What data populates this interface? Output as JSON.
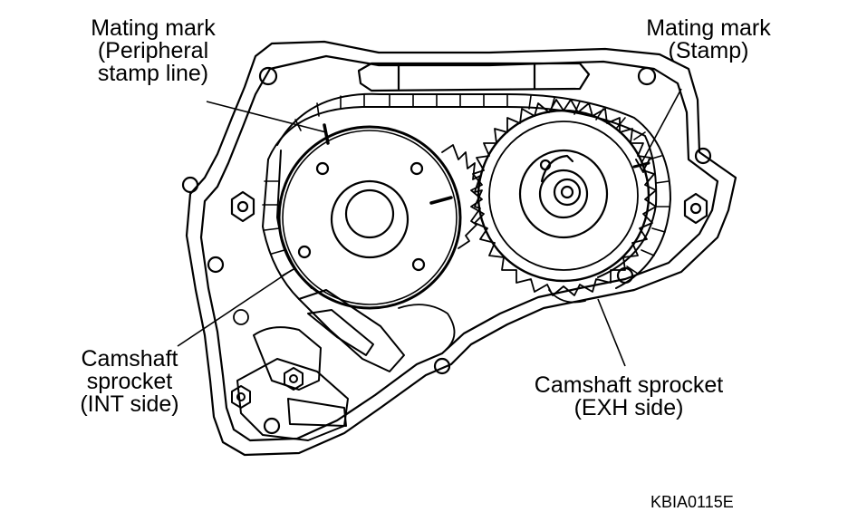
{
  "labels": {
    "top_left": [
      "Mating mark",
      "(Peripheral",
      "stamp line)"
    ],
    "top_right": [
      "Mating mark",
      "(Stamp)"
    ],
    "bottom_left": [
      "Camshaft",
      "sprocket",
      "(INT side)"
    ],
    "bottom_right": [
      "Camshaft sprocket",
      "(EXH side)"
    ]
  },
  "figure_code": "KBIA0115E"
}
